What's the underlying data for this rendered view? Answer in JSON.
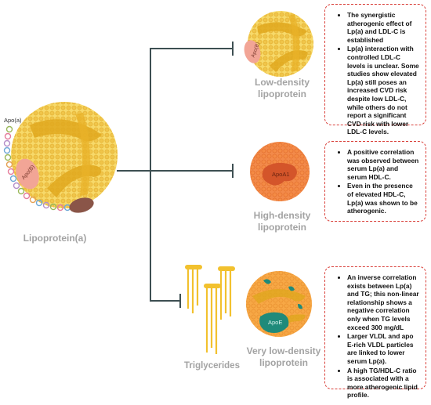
{
  "center": {
    "label": "Lipoprotein(a)",
    "apoa_label": "Apo(a)",
    "apob_label": "Apo(B)"
  },
  "ldl": {
    "label": "Low-density lipoprotein",
    "apob_label": "Apo(B)",
    "bullets": [
      "The synergistic atherogenic effect of Lp(a) and LDL-C is established",
      "Lp(a) interaction with controlled LDL-C levels is unclear. Some studies show elevated Lp(a) still poses an increased CVD risk despite low LDL-C, while others do not report a significant CVD risk with lower LDL-C levels."
    ]
  },
  "hdl": {
    "label": "High-density lipoprotein",
    "apoa_label": "ApoA1",
    "bullets": [
      "A positive correlation was observed between serum Lp(a) and serum HDL-C.",
      "Even in the presence of elevated HDL-C, Lp(a) was shown to be atherogenic."
    ]
  },
  "vldl": {
    "label": "Very low-density lipoprotein",
    "apoe_label": "ApoE",
    "triglycerides_label": "Triglycerides",
    "bullets": [
      "An inverse correlation exists between Lp(a) and TG; this non-linear relationship shows a negative correlation only when TG levels exceed 300 mg/dL",
      "Larger VLDL and apo E-rich VLDL particles are linked to lower serum Lp(a).",
      "A high TG/HDL-C ratio is associated with a more atherogenic lipid profile."
    ]
  },
  "colors": {
    "ldl_fill": "#f5d15a",
    "hdl_fill": "#f07d3c",
    "vldl_fill": "#f29c38",
    "connector": "#3d4f52",
    "box_border": "#d9403a",
    "label_gray": "#a3a3a3"
  }
}
